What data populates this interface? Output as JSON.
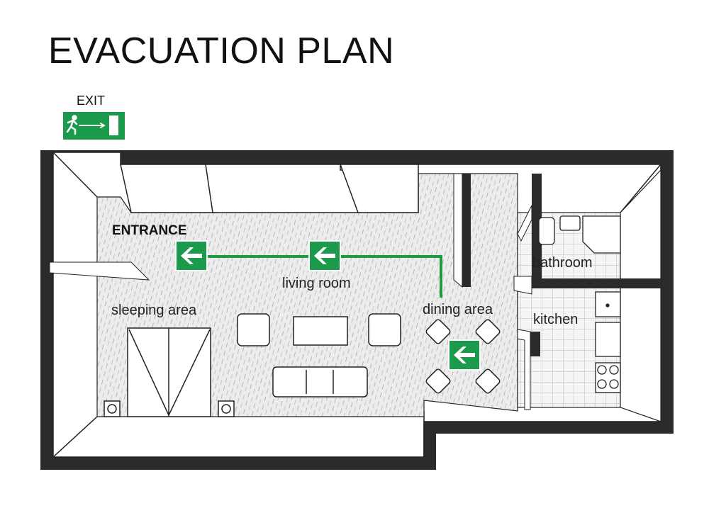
{
  "title": "EVACUATION PLAN",
  "exit_sign": {
    "label": "EXIT",
    "icon": "running-man-exit-icon"
  },
  "rooms": {
    "entrance": "ENTRANCE",
    "living_room": "living room",
    "sleeping_area": "sleeping area",
    "dining_area": "dining area",
    "bathroom": "bathroom",
    "kitchen": "kitchen"
  },
  "route_signs": [
    {
      "icon": "arrow-left-icon",
      "direction": "left"
    },
    {
      "icon": "arrow-left-icon",
      "direction": "left"
    },
    {
      "icon": "arrow-left-icon",
      "direction": "left"
    }
  ],
  "colors": {
    "sign_green": "#1a9a4a",
    "route_green": "#1f9a3e",
    "wall": "#2b2b2b",
    "floor": "#e6e6e6"
  }
}
